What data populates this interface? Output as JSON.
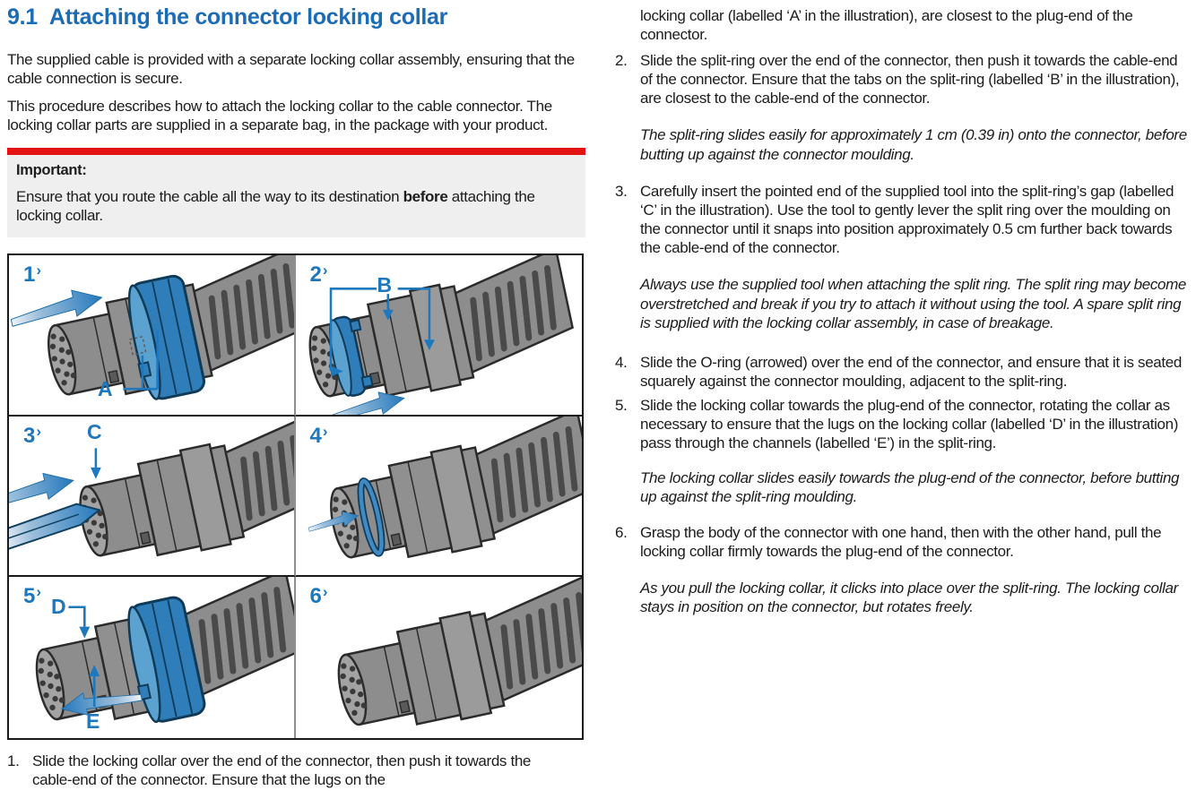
{
  "heading": {
    "number": "9.1",
    "title": "Attaching the connector locking collar"
  },
  "intro": {
    "para1": "The supplied cable is provided with a separate locking collar assembly, ensuring that the cable connection is secure.",
    "para2": "This procedure describes how to attach the locking collar to the cable connector.  The locking collar parts are supplied in a separate bag, in the package with your product."
  },
  "important": {
    "label": "Important:",
    "body_start": "Ensure that you route the cable all the way to its destination ",
    "body_bold": "before",
    "body_end": " attaching the locking collar."
  },
  "figure": {
    "chevron": "›",
    "panels": [
      {
        "num": "1",
        "label_a": "A"
      },
      {
        "num": "2",
        "label_b": "B"
      },
      {
        "num": "3",
        "label_c": "C"
      },
      {
        "num": "4"
      },
      {
        "num": "5",
        "label_d": "D",
        "label_e": "E"
      },
      {
        "num": "6"
      }
    ]
  },
  "steps": {
    "s1": {
      "num": "1.",
      "left_text": "Slide the locking collar over the end of the connector, then push it towards the cable-end of the connector.  Ensure that the lugs on the",
      "continuation": "locking collar (labelled ‘A’  in the illustration), are closest to the plug-end of the connector."
    },
    "s2": {
      "num": "2.",
      "text": "Slide the split-ring over the end of the connector, then push it towards the cable-end of the connector.  Ensure that the tabs on the split-ring (labelled ‘B’ in the illustration), are closest to the cable-end of the connector.",
      "note": "The split-ring slides easily for approximately 1 cm (0.39 in) onto the connector, before butting up against the connector moulding."
    },
    "s3": {
      "num": "3.",
      "text": "Carefully insert the pointed end of the supplied tool into the split-ring’s gap (labelled ‘C’ in the illustration).  Use the tool to gently lever the split ring over the moulding on the connector until it snaps into position approximately 0.5 cm further back towards the cable-end of the connector.",
      "note": "Always use the supplied tool when attaching the split ring.  The split ring may become overstretched and break if you try to attach it without using the tool.  A spare split ring is supplied with the locking collar assembly, in case of breakage."
    },
    "s4": {
      "num": "4.",
      "text": "Slide the O-ring (arrowed) over the end of the connector, and ensure that it is seated squarely against the connector moulding, adjacent to the split-ring."
    },
    "s5": {
      "num": "5.",
      "text": "Slide the locking collar towards the plug-end of the connector, rotating the collar as necessary to ensure that the lugs on the locking collar (labelled ‘D’ in the illustration) pass through the channels (labelled ‘E’) in the split-ring.",
      "note": "The locking collar slides easily towards the plug-end of the connector, before butting up against the split-ring moulding."
    },
    "s6": {
      "num": "6.",
      "text": "Grasp the body of the connector with one hand, then with the other hand, pull the locking collar firmly towards the plug-end of the connector.",
      "note": "As you pull the locking collar, it clicks into place over the split-ring.  The locking collar stays in position on the connector, but rotates freely."
    }
  },
  "colors": {
    "heading_blue": "#1b6cb5",
    "figure_blue": "#1e78be",
    "collar_blue": "#2f7db9",
    "alert_red": "#e31313",
    "important_bg": "#efefef"
  }
}
